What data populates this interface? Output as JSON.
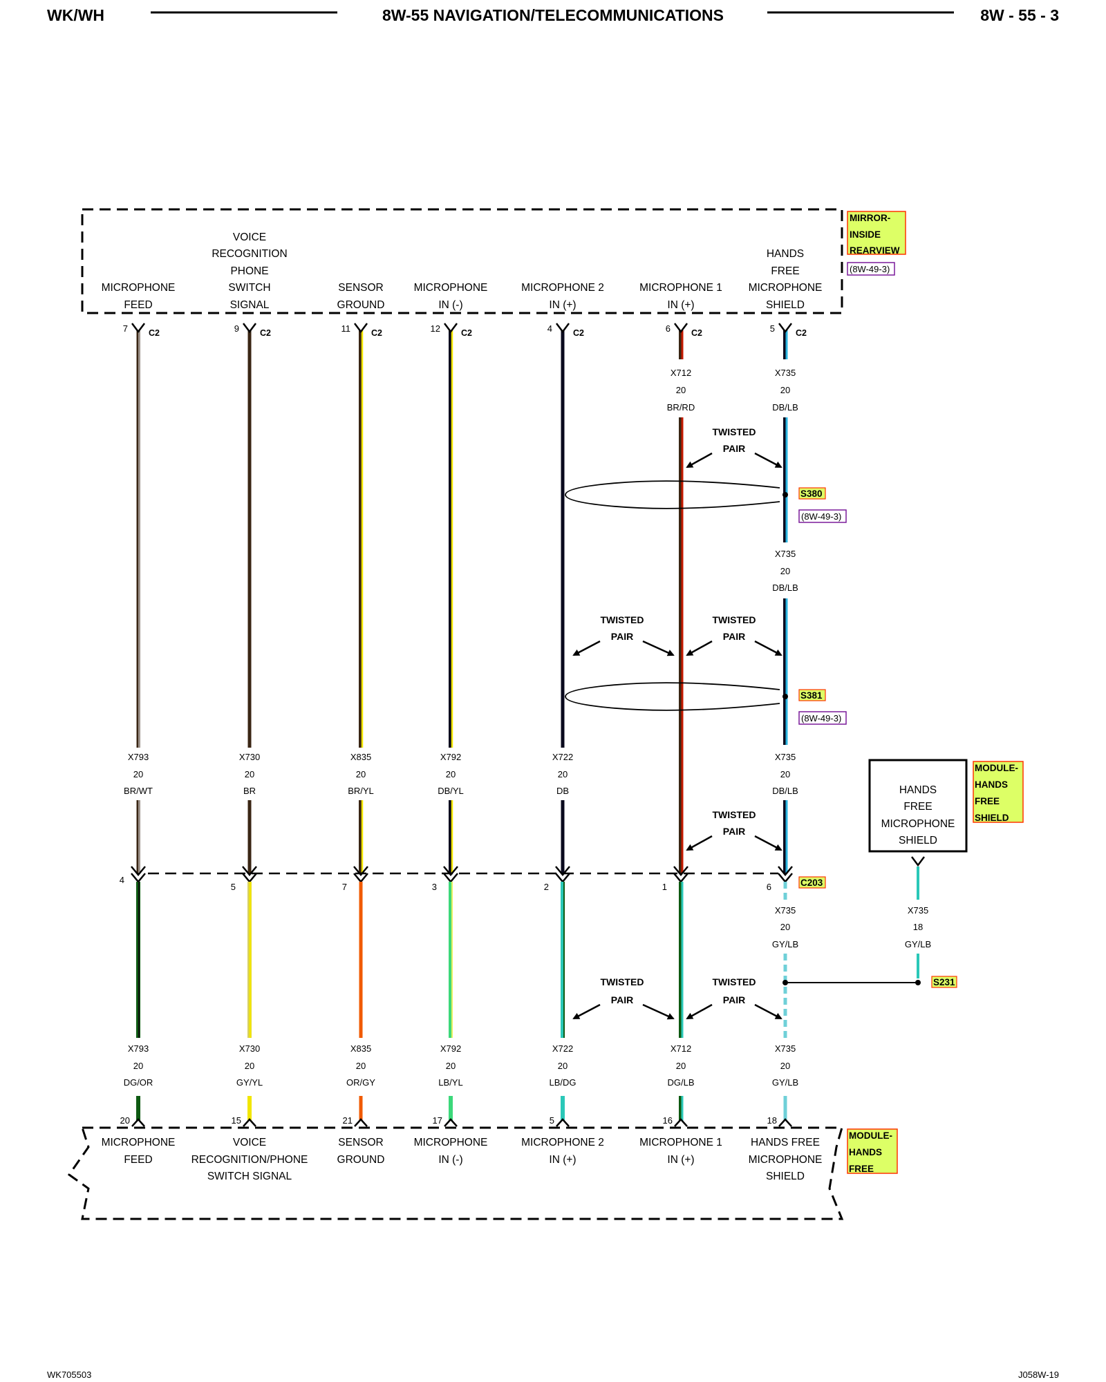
{
  "header": {
    "left": "WK/WH",
    "title": "8W-55 NAVIGATION/TELECOMMUNICATIONS",
    "right": "8W - 55 - 3"
  },
  "footer": {
    "left": "WK705503",
    "right": "J058W-19"
  },
  "twisted_pair_label": [
    "TWISTED",
    "PAIR"
  ],
  "mirror": {
    "name": [
      "MIRROR-",
      "INSIDE",
      "REARVIEW"
    ],
    "ref": "(8W-49-3)",
    "connector": "C2",
    "pins": [
      {
        "label": [
          "MICROPHONE",
          "FEED"
        ],
        "pin": "7"
      },
      {
        "label": [
          "VOICE",
          "RECOGNITION",
          "PHONE",
          "SWITCH",
          "SIGNAL"
        ],
        "pin": "9"
      },
      {
        "label": [
          "SENSOR",
          "GROUND"
        ],
        "pin": "11"
      },
      {
        "label": [
          "MICROPHONE",
          "IN (-)"
        ],
        "pin": "12"
      },
      {
        "label": [
          "MICROPHONE 2",
          "IN (+)"
        ],
        "pin": "4"
      },
      {
        "label": [
          "MICROPHONE 1",
          "IN (+)"
        ],
        "pin": "6"
      },
      {
        "label": [
          "HANDS",
          "FREE",
          "MICROPHONE",
          "SHIELD"
        ],
        "pin": "5"
      }
    ]
  },
  "splices": [
    {
      "name": "S380",
      "ref": "(8W-49-3)"
    },
    {
      "name": "S381",
      "ref": "(8W-49-3)"
    },
    {
      "name": "S231"
    }
  ],
  "c203": {
    "name": "C203",
    "pins": [
      "4",
      "5",
      "7",
      "3",
      "2",
      "1",
      "6"
    ]
  },
  "wires_upper_top": [
    {
      "circuit": "X712",
      "gauge": "20",
      "color": "BR/RD"
    },
    {
      "circuit": "X735",
      "gauge": "20",
      "color": "DB/LB"
    }
  ],
  "wire_middle_shield": {
    "circuit": "X735",
    "gauge": "20",
    "color": "DB/LB"
  },
  "wires_upper": [
    {
      "circuit": "X793",
      "gauge": "20",
      "color": "BR/WT"
    },
    {
      "circuit": "X730",
      "gauge": "20",
      "color": "BR"
    },
    {
      "circuit": "X835",
      "gauge": "20",
      "color": "BR/YL"
    },
    {
      "circuit": "X792",
      "gauge": "20",
      "color": "DB/YL"
    },
    {
      "circuit": "X722",
      "gauge": "20",
      "color": "DB"
    },
    {
      "circuit": "X735",
      "gauge": "20",
      "color": "DB/LB"
    }
  ],
  "wires_below_c203": [
    {
      "circuit": "X735",
      "gauge": "20",
      "color": "GY/LB"
    },
    {
      "circuit": "X735",
      "gauge": "18",
      "color": "GY/LB"
    }
  ],
  "wires_lower": [
    {
      "circuit": "X793",
      "gauge": "20",
      "color": "DG/OR"
    },
    {
      "circuit": "X730",
      "gauge": "20",
      "color": "GY/YL"
    },
    {
      "circuit": "X835",
      "gauge": "20",
      "color": "OR/GY"
    },
    {
      "circuit": "X792",
      "gauge": "20",
      "color": "LB/YL"
    },
    {
      "circuit": "X722",
      "gauge": "20",
      "color": "LB/DG"
    },
    {
      "circuit": "X712",
      "gauge": "20",
      "color": "DG/LB"
    },
    {
      "circuit": "X735",
      "gauge": "20",
      "color": "GY/LB"
    }
  ],
  "shield_module": {
    "box_label": [
      "HANDS",
      "FREE",
      "MICROPHONE",
      "SHIELD"
    ],
    "name": [
      "MODULE-",
      "HANDS",
      "FREE",
      "SHIELD"
    ]
  },
  "hands_free_module": {
    "name": [
      "MODULE-",
      "HANDS",
      "FREE"
    ],
    "pins": [
      {
        "label": [
          "MICROPHONE",
          "FEED"
        ],
        "pin": "20"
      },
      {
        "label": [
          "VOICE",
          "RECOGNITION/PHONE",
          "SWITCH SIGNAL"
        ],
        "pin": "15"
      },
      {
        "label": [
          "SENSOR",
          "GROUND"
        ],
        "pin": "21"
      },
      {
        "label": [
          "MICROPHONE",
          "IN (-)"
        ],
        "pin": "17"
      },
      {
        "label": [
          "MICROPHONE 2",
          "IN (+)"
        ],
        "pin": "5"
      },
      {
        "label": [
          "MICROPHONE 1",
          "IN (+)"
        ],
        "pin": "16"
      },
      {
        "label": [
          "HANDS FREE",
          "MICROPHONE",
          "SHIELD"
        ],
        "pin": "18"
      }
    ]
  },
  "colors": {
    "brown": "#3a2614",
    "dark_blue": "#0a0a1e",
    "yellow": "#f2e600",
    "red": "#c41a00",
    "light_blue": "#2ab4e0",
    "gray": "#b0b0b0",
    "dark_green": "#0e5a12",
    "orange": "#f05a00",
    "teal": "#2ac8b8",
    "green_light": "#3cd87a",
    "tag_bg": "#ddff66",
    "tag_border": "#ff3300",
    "ref_border": "#7a1a9a"
  }
}
